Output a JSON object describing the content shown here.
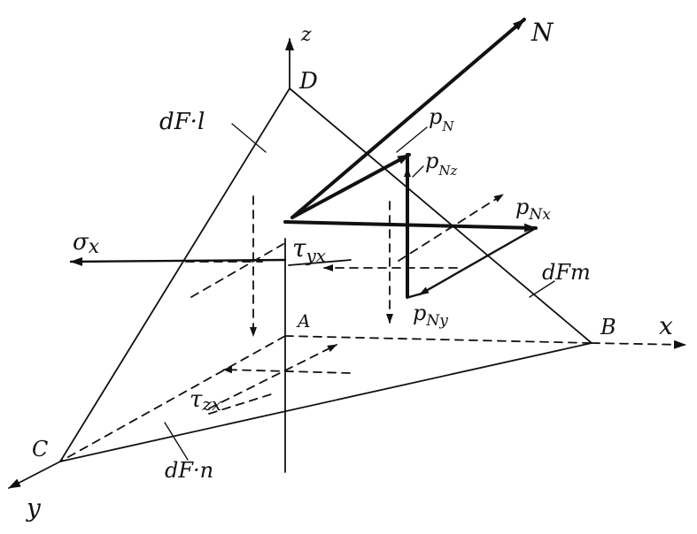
{
  "labels": {
    "axis_z": "z",
    "axis_x": "x",
    "axis_y": "y",
    "axis_n": "N",
    "point_d": "D",
    "point_a": "A",
    "point_b": "B",
    "point_c": "C",
    "face_dfl": "dF·l",
    "face_dfm": "dFm",
    "face_dfn": "dF·n",
    "p_n": "p",
    "p_n_sub": "N",
    "p_nz": "p",
    "p_nz_sub": "Nz",
    "p_nx": "p",
    "p_nx_sub": "Nx",
    "p_ny": "p",
    "p_ny_sub": "Ny",
    "sigma_x": "σ",
    "sigma_x_sub": "x",
    "tau_yx": "τ",
    "tau_yx_sub": "yx",
    "tau_zx": "τ",
    "tau_zx_sub": "zx"
  },
  "colors": {
    "ink": "#111111",
    "paper": "#ffffff"
  }
}
